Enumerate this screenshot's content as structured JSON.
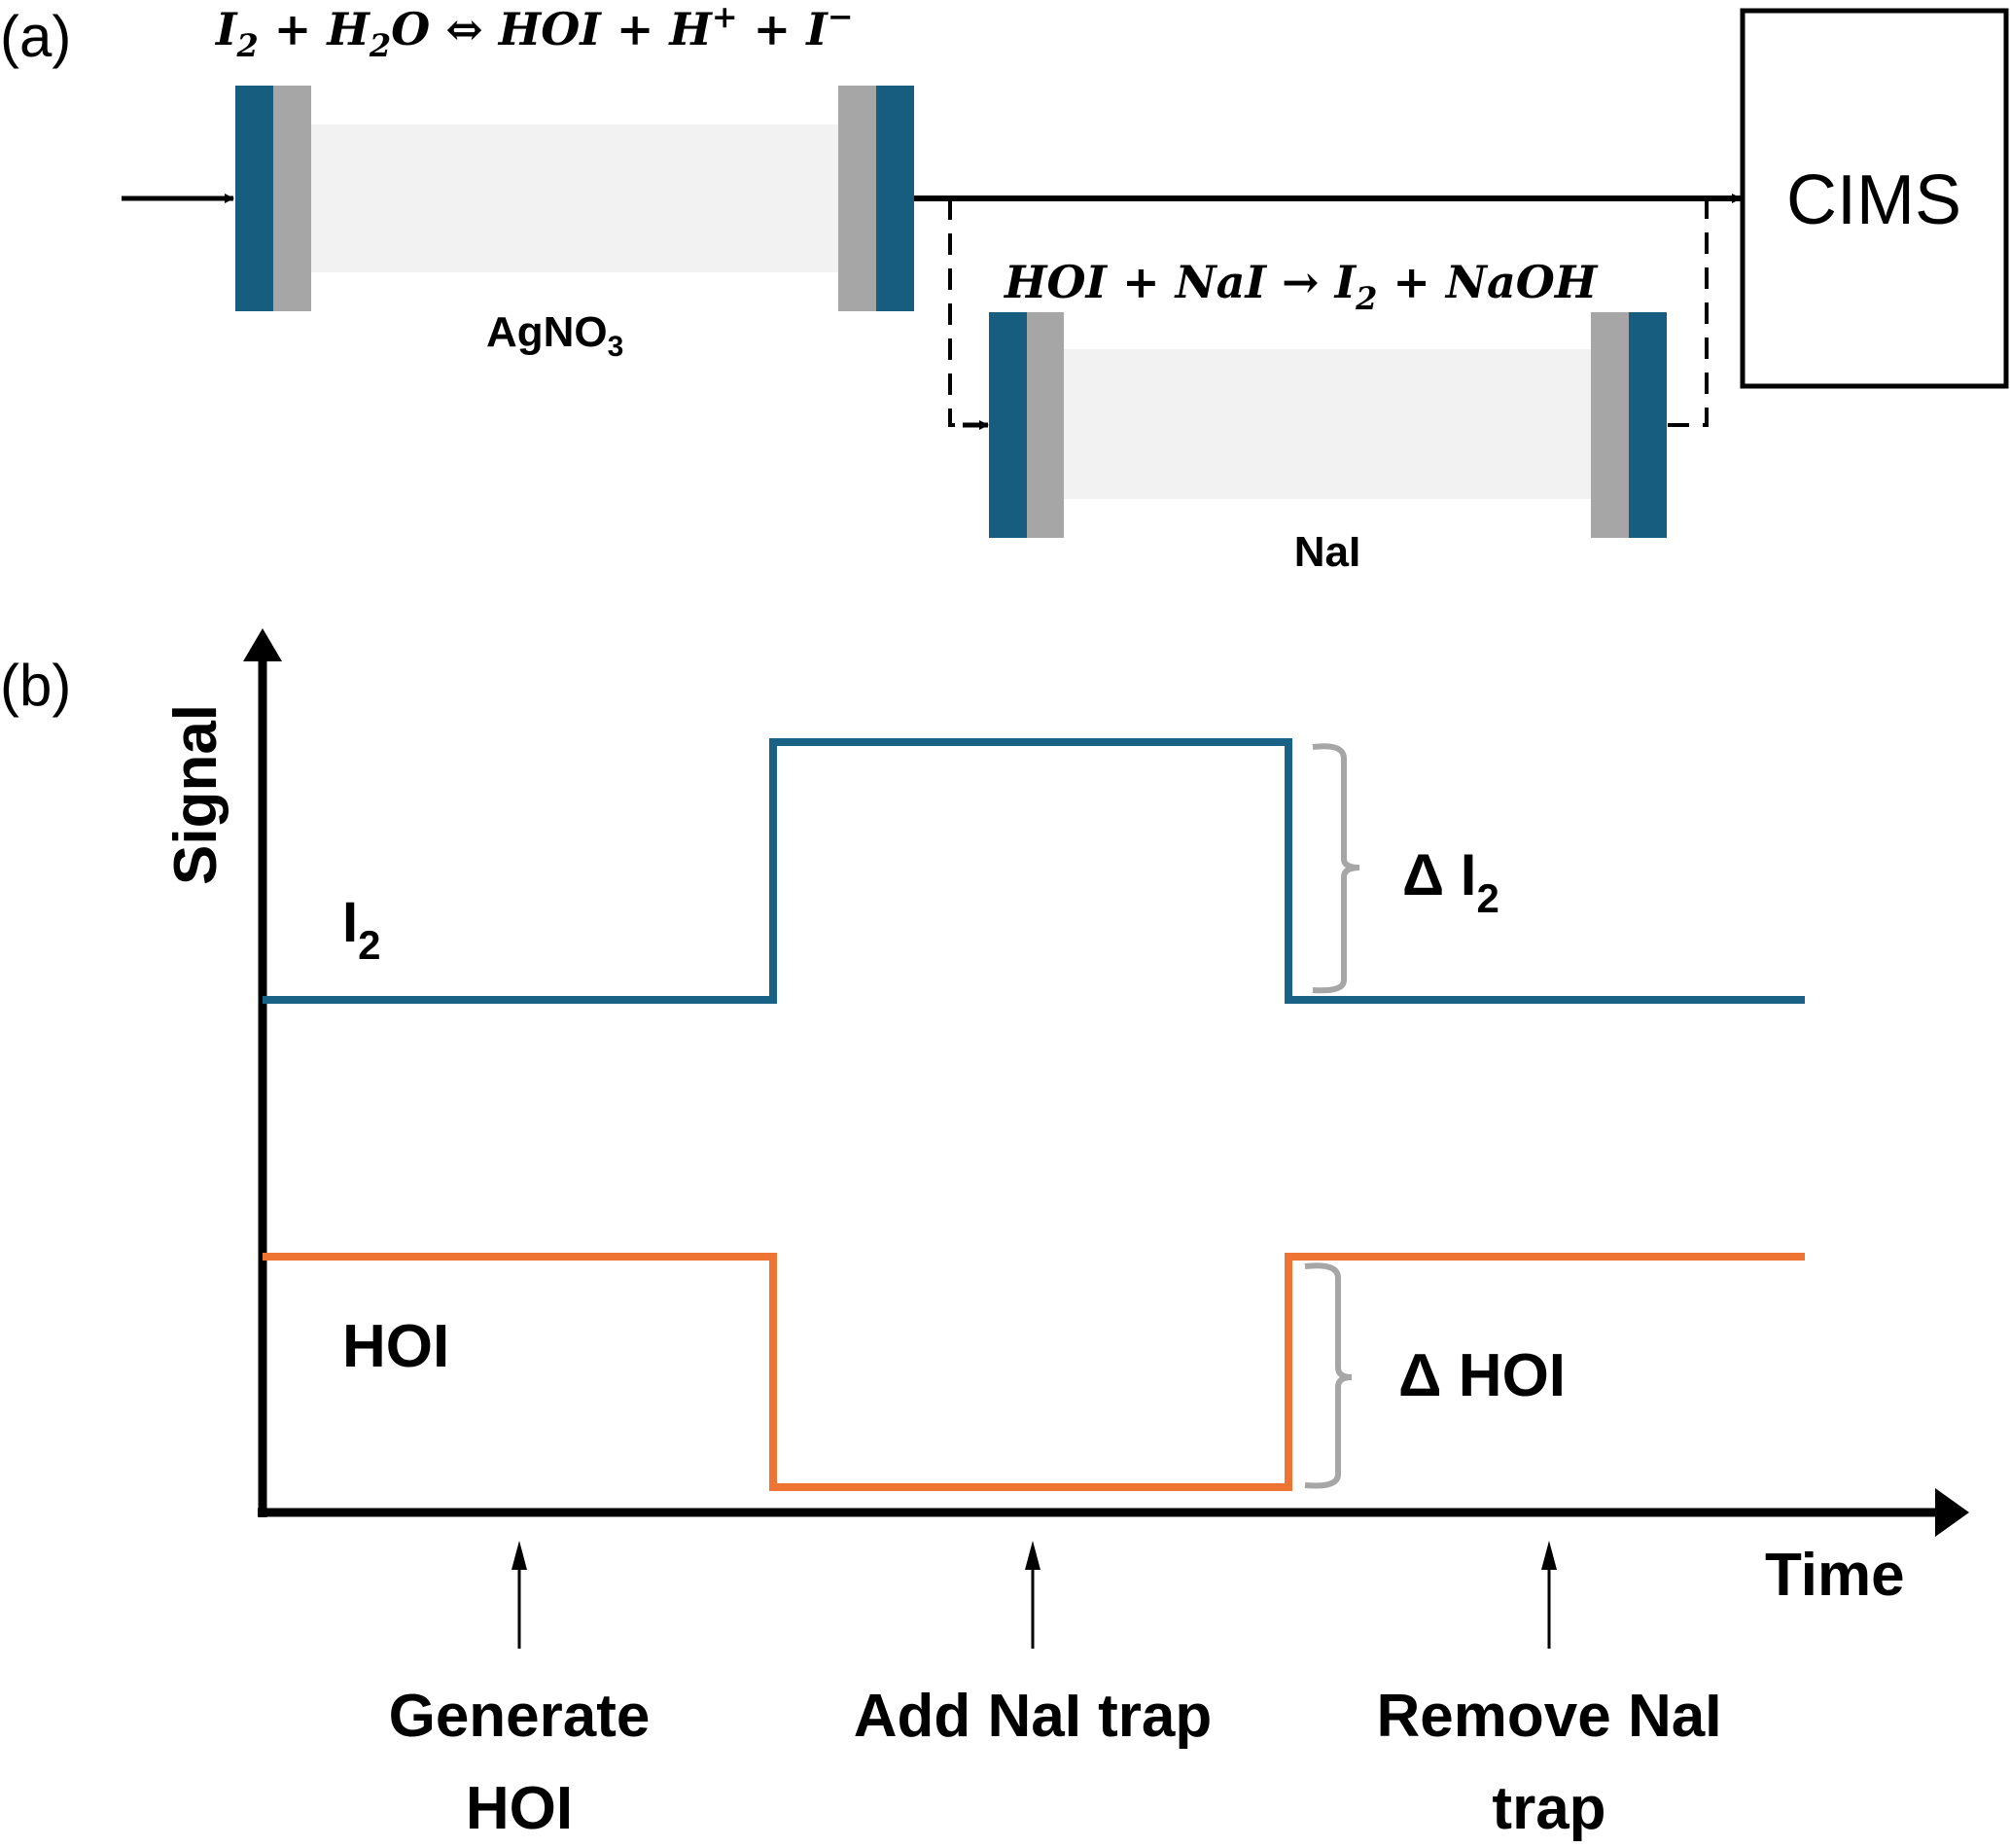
{
  "panel_a": {
    "label": "(a)",
    "equation_1": {
      "parts": [
        "I",
        "2",
        " + H",
        "2",
        "O ⇔ HOI + H",
        "+",
        " + I",
        "−"
      ]
    },
    "equation_2": {
      "parts": [
        "HOI + NaI → I",
        "2",
        " + NaOH"
      ]
    },
    "column_1": {
      "label_main": "AgNO",
      "label_sub": "3"
    },
    "column_2": {
      "label": "NaI"
    },
    "detector": {
      "label": "CIMS"
    },
    "colors": {
      "endcap": "#165d80",
      "frit": "#a6a6a6",
      "body": "#f2f2f2"
    }
  },
  "panel_b": {
    "label": "(b)",
    "y_axis_label": "Signal",
    "x_axis_label": "Time",
    "series_labels": {
      "i2_main": "I",
      "i2_sub": "2",
      "hoi": "HOI"
    },
    "brackets": {
      "delta_i2_main": "Δ I",
      "delta_i2_sub": "2",
      "delta_hoi": "Δ HOI"
    },
    "events": [
      {
        "line1": "Generate",
        "line2": "HOI"
      },
      {
        "line1": "Add NaI trap",
        "line2": ""
      },
      {
        "line1": "Remove NaI",
        "line2": "trap"
      }
    ],
    "colors": {
      "i2": "#1a6186",
      "hoi": "#ed7433",
      "bracket": "#a6a6a6"
    }
  },
  "chart_data": {
    "type": "line",
    "title": "",
    "xlabel": "Time",
    "ylabel": "Signal",
    "x": [
      0,
      1,
      2,
      3
    ],
    "x_annotations": [
      "Generate HOI",
      "Add NaI trap",
      "Remove NaI trap"
    ],
    "series": [
      {
        "name": "I2",
        "kind": "step",
        "segments": [
          [
            0,
            1,
            0.5
          ],
          [
            1,
            2,
            1.0
          ],
          [
            2,
            3,
            0.5
          ]
        ]
      },
      {
        "name": "HOI",
        "kind": "step",
        "segments": [
          [
            0,
            1,
            0.5
          ],
          [
            1,
            2,
            0.05
          ],
          [
            2,
            3,
            0.5
          ]
        ]
      }
    ],
    "annotations": [
      "Δ I2",
      "Δ HOI"
    ],
    "grid": false,
    "legend": "none"
  }
}
